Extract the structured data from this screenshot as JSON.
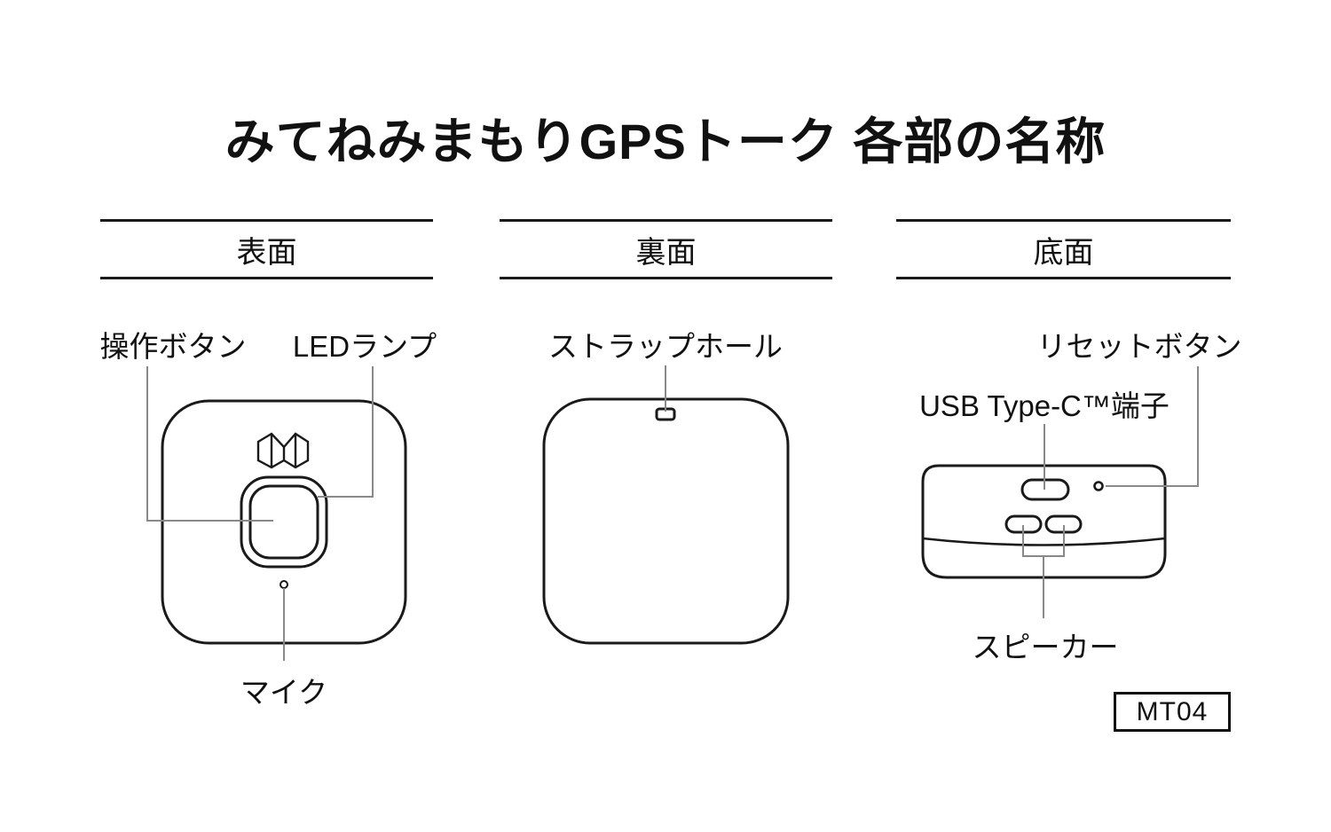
{
  "title": "みてねみまもりGPSトーク 各部の名称",
  "sections": {
    "front": {
      "header": "表面",
      "labels": {
        "operation_button": "操作ボタン",
        "led_lamp": "LEDランプ",
        "microphone": "マイク"
      }
    },
    "back": {
      "header": "裏面",
      "labels": {
        "strap_hole": "ストラップホール"
      }
    },
    "bottom": {
      "header": "底面",
      "labels": {
        "reset_button": "リセットボタン",
        "usb_port": "USB Type-C™端子",
        "speaker": "スピーカー"
      }
    }
  },
  "model_badge": "MT04",
  "colors": {
    "line": "#1a1a1a",
    "leader": "#898989",
    "background": "#ffffff"
  }
}
